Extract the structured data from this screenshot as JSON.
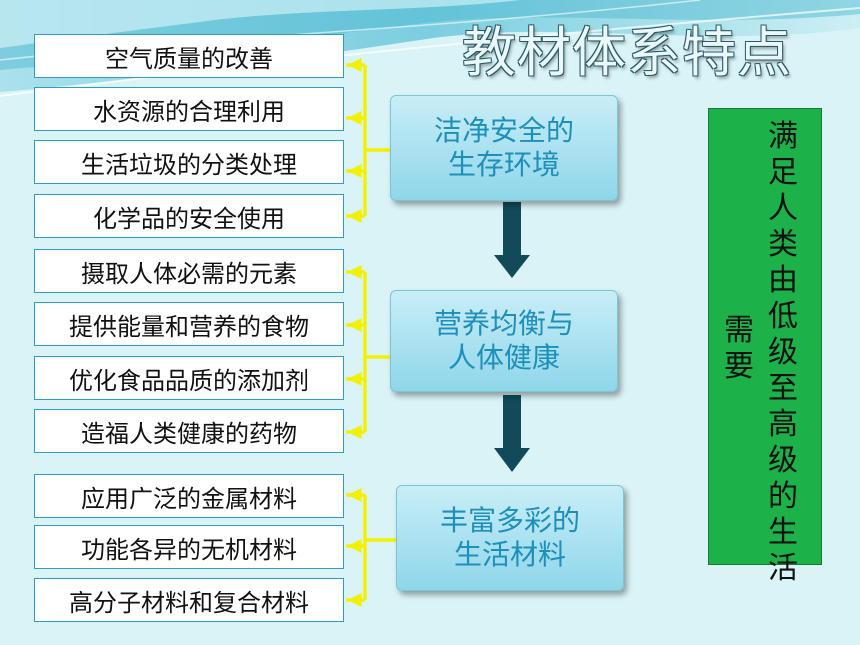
{
  "title": "教材体系特点",
  "groups": [
    {
      "category": [
        "洁净安全的",
        "生存环境"
      ],
      "items": [
        "空气质量的改善",
        "水资源的合理利用",
        "生活垃圾的分类处理",
        "化学品的安全使用"
      ]
    },
    {
      "category": [
        "营养均衡与",
        "人体健康"
      ],
      "items": [
        "摄取人体必需的元素",
        "提供能量和营养的食物",
        "优化食品品质的添加剂",
        "造福人类健康的药物"
      ]
    },
    {
      "category": [
        "丰富多彩的",
        "生活材料"
      ],
      "items": [
        "应用广泛的金属材料",
        "功能各异的无机材料",
        "高分子材料和复合材料"
      ]
    }
  ],
  "summary": {
    "column1": "满足人类由低级至高级的生活",
    "column2": "需要"
  },
  "colors": {
    "background": "#d9f3f6",
    "leaf_border": "#2b9ec4",
    "category_text": "#1d8fb8",
    "bracket": "#f2f200",
    "arrow": "#124a5a",
    "summary_bg": "#1db14a"
  }
}
